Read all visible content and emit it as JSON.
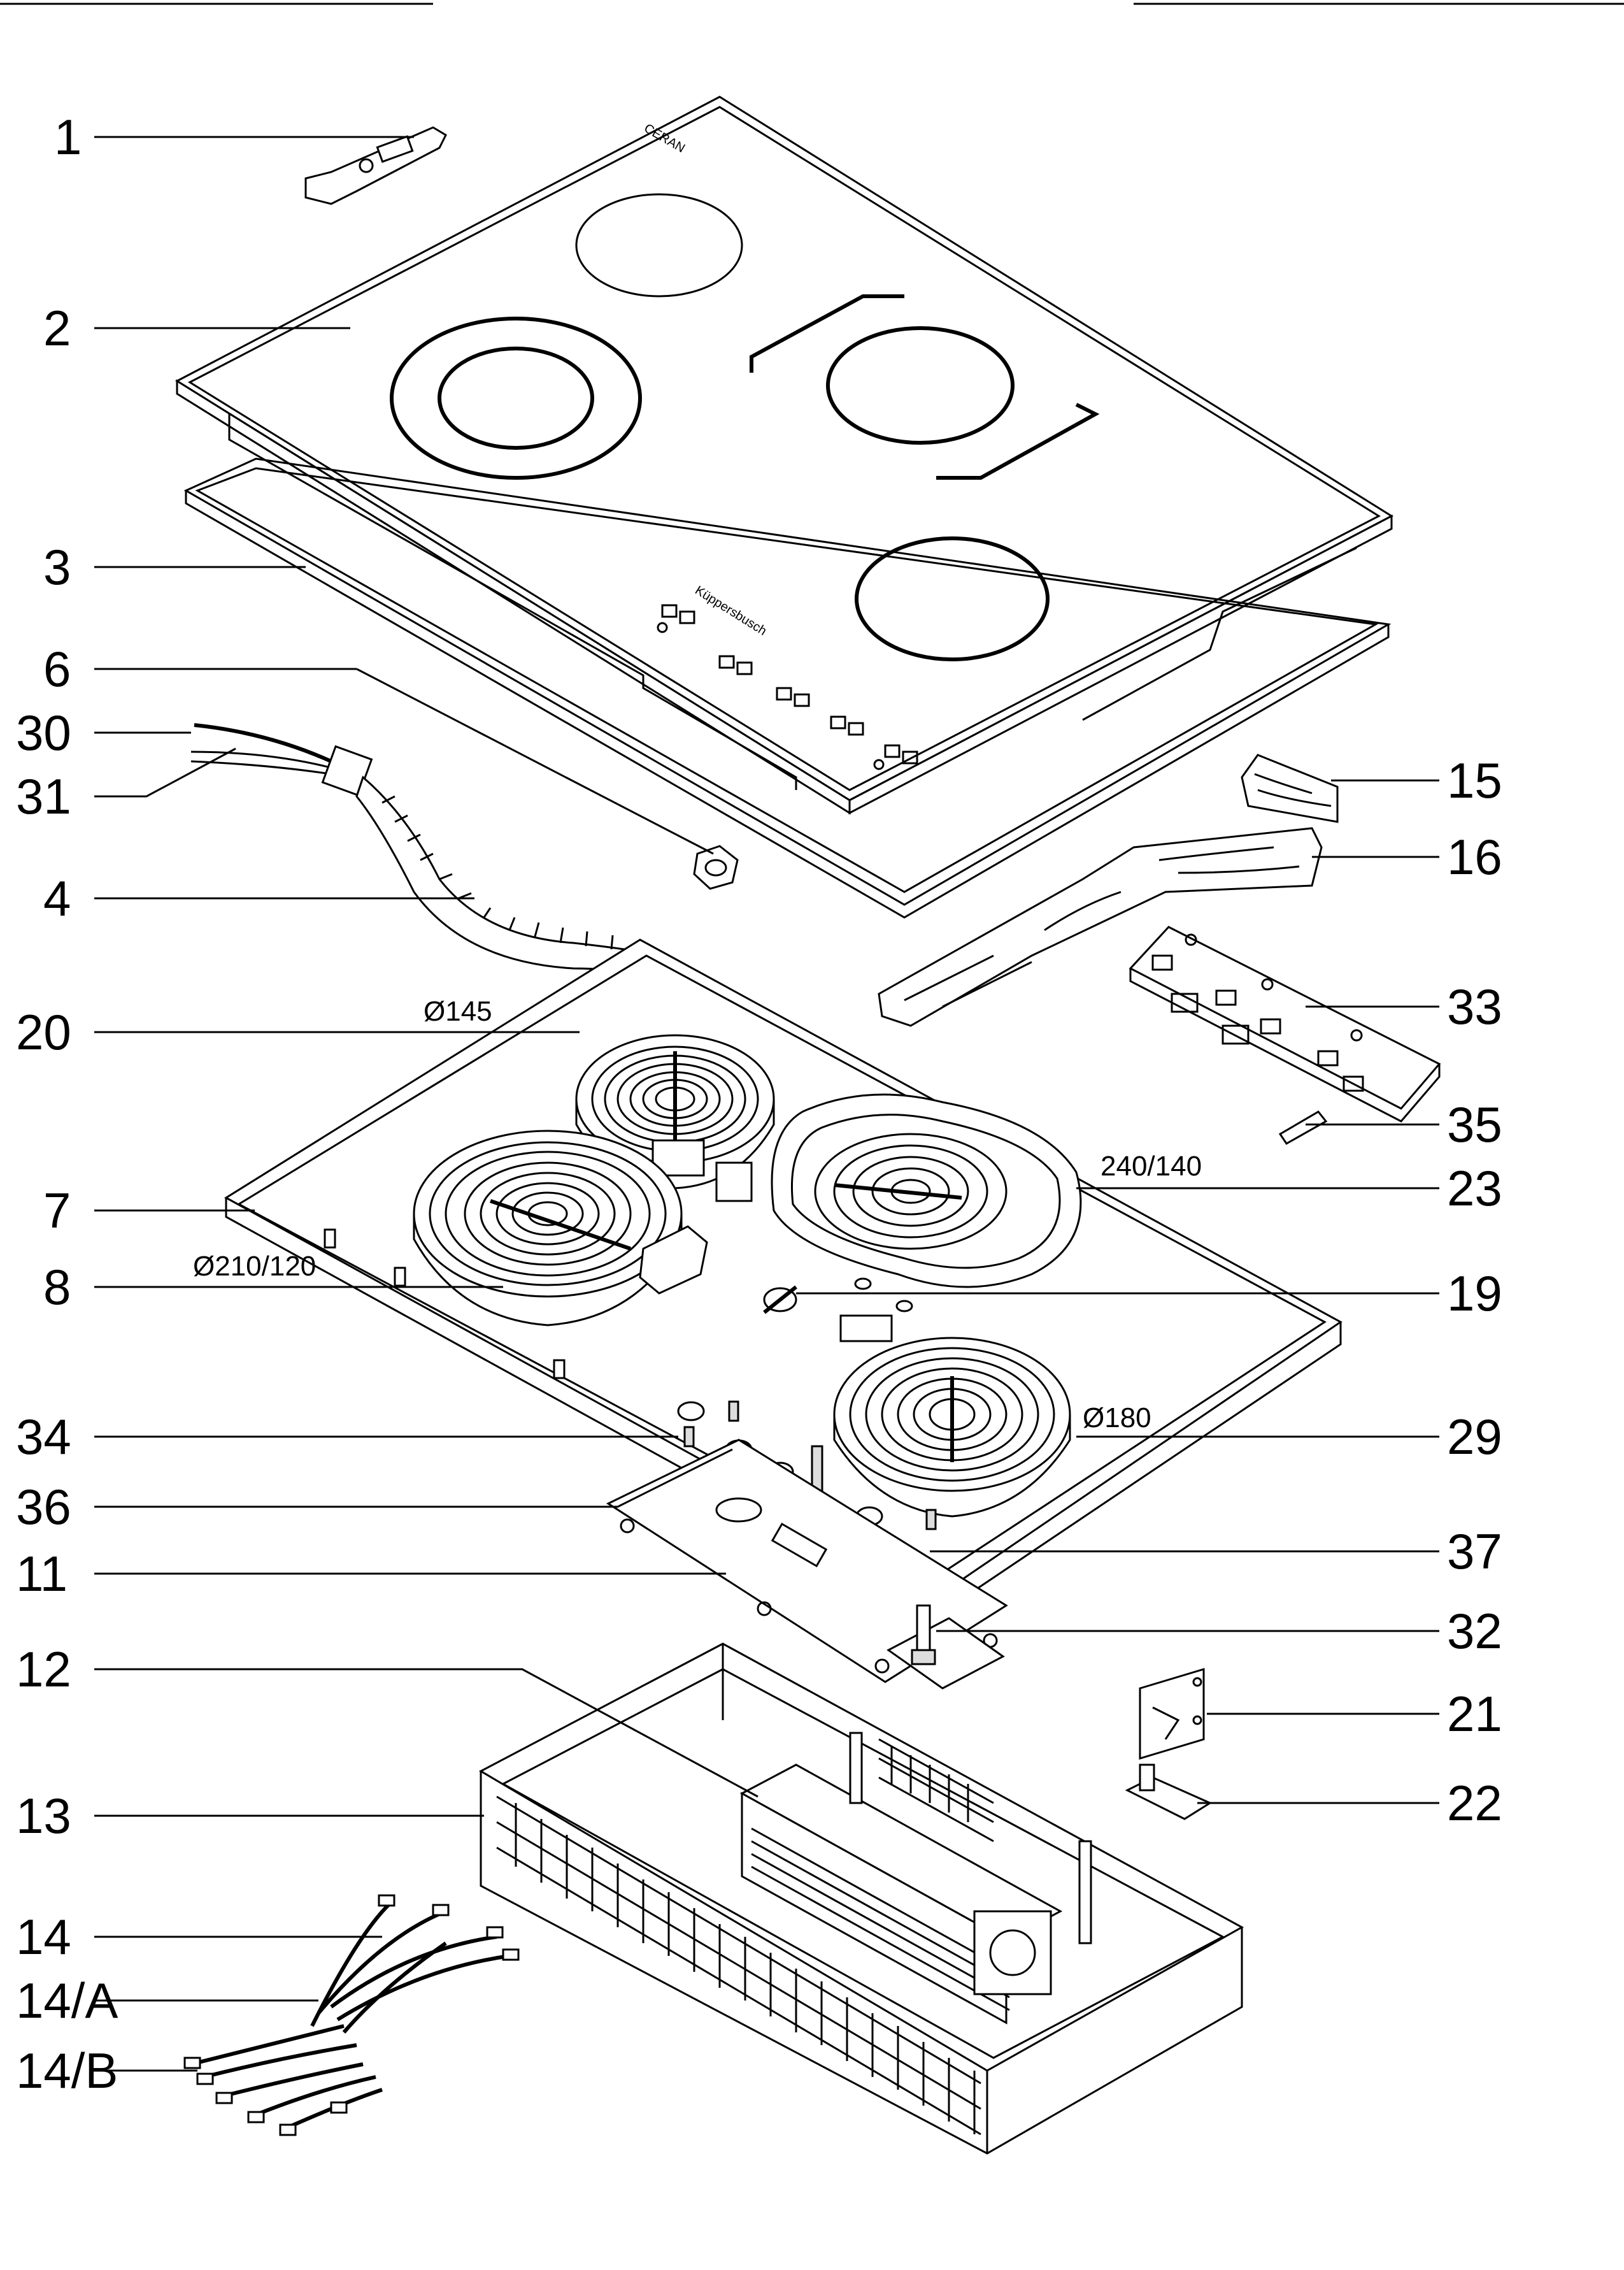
{
  "diagram": {
    "title": "",
    "callouts": {
      "c1": "1",
      "c2": "2",
      "c3": "3",
      "c6": "6",
      "c30": "30",
      "c31": "31",
      "c4": "4",
      "c20": "20",
      "c7": "7",
      "c8": "8",
      "c34": "34",
      "c36": "36",
      "c11": "11",
      "c12": "12",
      "c13": "13",
      "c14": "14",
      "c14a": "14/A",
      "c14b": "14/B",
      "c15": "15",
      "c16": "16",
      "c33": "33",
      "c35": "35",
      "c23": "23",
      "c19": "19",
      "c29": "29",
      "c37": "37",
      "c32": "32",
      "c21": "21",
      "c22": "22"
    },
    "dimensions": {
      "d145": "Ø145",
      "d210": "Ø210/120",
      "d240": "240/140",
      "d180": "Ø180"
    },
    "glass_marks": {
      "brand": "CERAN",
      "maker": "Küppersbusch"
    }
  }
}
